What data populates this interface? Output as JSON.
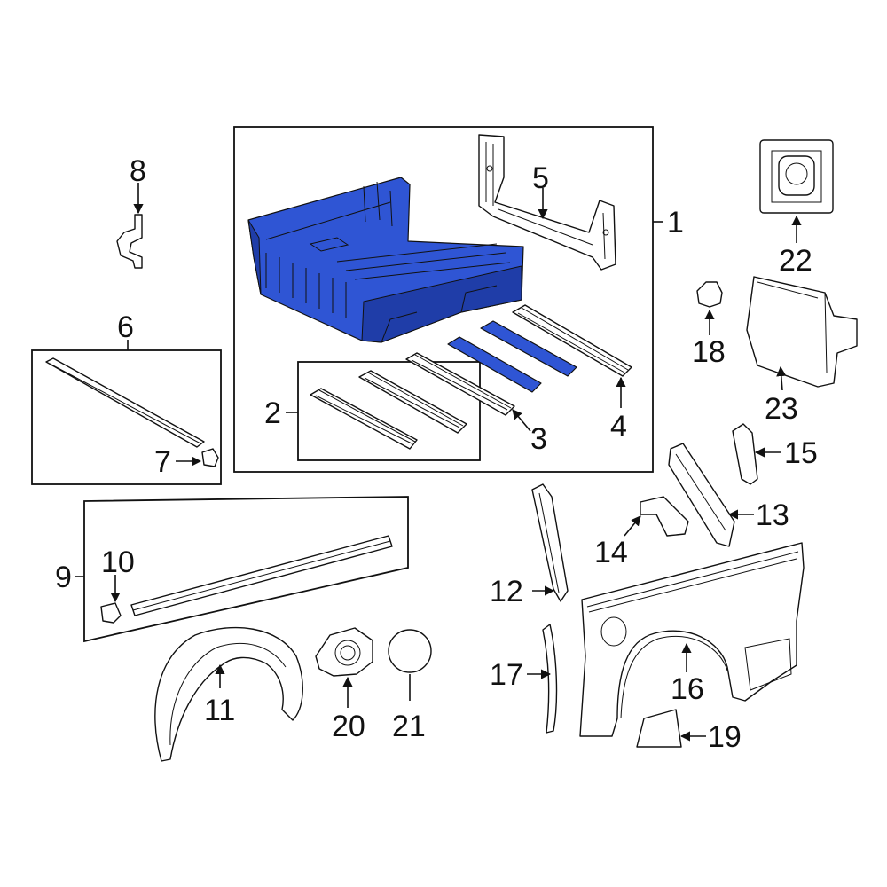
{
  "colors": {
    "accent": "#2f55d4",
    "outline": "#111111",
    "background": "#ffffff"
  },
  "callouts": {
    "c1": "1",
    "c2": "2",
    "c3": "3",
    "c4": "4",
    "c5": "5",
    "c6": "6",
    "c7": "7",
    "c8": "8",
    "c9": "9",
    "c10": "10",
    "c11": "11",
    "c12": "12",
    "c13": "13",
    "c14": "14",
    "c15": "15",
    "c16": "16",
    "c17": "17",
    "c18": "18",
    "c19": "19",
    "c20": "20",
    "c21": "21",
    "c22": "22",
    "c23": "23"
  },
  "highlighted_callout": "1"
}
